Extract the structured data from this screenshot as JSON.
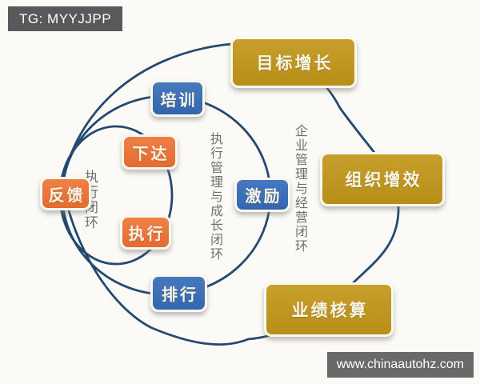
{
  "watermarks": {
    "tag": "TG: MYYJJPP",
    "url": "www.chinaautohz.com"
  },
  "diagram": {
    "title_hint": "三环闭环管理示意图",
    "loop_color": "#24496f",
    "loop_labels": {
      "inner": "执行闭环",
      "middle": "执行管理与成长闭环",
      "outer": "企业管理与经营闭环"
    },
    "nodes": {
      "goal": {
        "label": "目标增长",
        "color": "#be9720"
      },
      "training": {
        "label": "培训",
        "color": "#3e73ba"
      },
      "assign": {
        "label": "下达",
        "color": "#ea763c"
      },
      "feedback": {
        "label": "反馈",
        "color": "#ea763c"
      },
      "incentive": {
        "label": "激励",
        "color": "#3e73ba"
      },
      "org": {
        "label": "组织增效",
        "color": "#be9720"
      },
      "execute": {
        "label": "执行",
        "color": "#ea763c"
      },
      "ranking": {
        "label": "排行",
        "color": "#3e73ba"
      },
      "performance": {
        "label": "业绩核算",
        "color": "#be9720"
      }
    }
  }
}
